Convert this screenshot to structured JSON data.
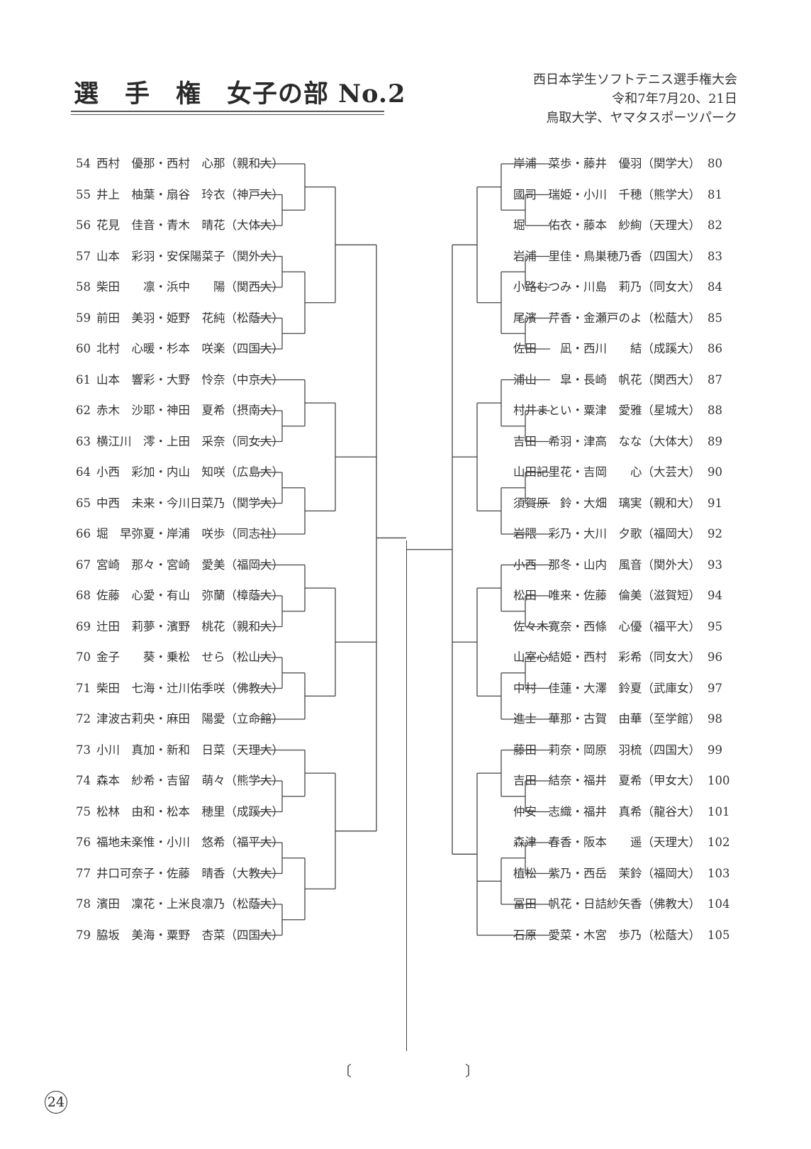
{
  "header": {
    "title": "選　手　権　女子の部 No.2",
    "event_lines": [
      "西日本学生ソフトテニス選手権大会",
      "令和7年7月20、21日",
      "鳥取大学、ヤマタスポーツパーク"
    ]
  },
  "left_entries": [
    {
      "num": "54",
      "name": "西村　優那・西村　心那（親和大）"
    },
    {
      "num": "55",
      "name": "井上　柚葉・扇谷　玲衣（神戸大）"
    },
    {
      "num": "56",
      "name": "花見　佳音・青木　晴花（大体大）"
    },
    {
      "num": "57",
      "name": "山本　彩羽・安保陽菜子（関外大）"
    },
    {
      "num": "58",
      "name": "柴田　　凛・浜中　　陽（関西大）"
    },
    {
      "num": "59",
      "name": "前田　美羽・姫野　花純（松蔭大）"
    },
    {
      "num": "60",
      "name": "北村　心暖・杉本　咲楽（四国大）"
    },
    {
      "num": "61",
      "name": "山本　響彩・大野　怜奈（中京大）"
    },
    {
      "num": "62",
      "name": "赤木　沙耶・神田　夏希（摂南大）"
    },
    {
      "num": "63",
      "name": "横江川　澪・上田　采奈（同女大）"
    },
    {
      "num": "64",
      "name": "小西　彩加・内山　知咲（広島大）"
    },
    {
      "num": "65",
      "name": "中西　未来・今川日菜乃（関学大）"
    },
    {
      "num": "66",
      "name": "堀　早弥夏・岸浦　咲歩（同志社）"
    },
    {
      "num": "67",
      "name": "宮崎　那々・宮崎　愛美（福岡大）"
    },
    {
      "num": "68",
      "name": "佐藤　心愛・有山　弥蘭（樟蔭大）"
    },
    {
      "num": "69",
      "name": "辻田　莉夢・濱野　桃花（親和大）"
    },
    {
      "num": "70",
      "name": "金子　　葵・乗松　せら（松山大）"
    },
    {
      "num": "71",
      "name": "柴田　七海・辻川佑季咲（佛教大）"
    },
    {
      "num": "72",
      "name": "津波古莉央・麻田　陽愛（立命館）"
    },
    {
      "num": "73",
      "name": "小川　真加・新和　日菜（天理大）"
    },
    {
      "num": "74",
      "name": "森本　紗希・吉留　萌々（熊学大）"
    },
    {
      "num": "75",
      "name": "松林　由和・松本　穂里（成蹊大）"
    },
    {
      "num": "76",
      "name": "福地未楽惟・小川　悠希（福平大）"
    },
    {
      "num": "77",
      "name": "井口可奈子・佐藤　晴香（大教大）"
    },
    {
      "num": "78",
      "name": "濱田　凜花・上米良凛乃（松蔭大）"
    },
    {
      "num": "79",
      "name": "脇坂　美海・粟野　杏菜（四国大）"
    }
  ],
  "right_entries": [
    {
      "num": "80",
      "name": "岸浦　菜歩・藤井　優羽（関学大）"
    },
    {
      "num": "81",
      "name": "國司　瑞姫・小川　千穂（熊学大）"
    },
    {
      "num": "82",
      "name": "堀　　佑衣・藤本　紗絢（天理大）"
    },
    {
      "num": "83",
      "name": "岩浦　里佳・鳥巣穂乃香（四国大）"
    },
    {
      "num": "84",
      "name": "小路むつみ・川島　莉乃（同女大）"
    },
    {
      "num": "85",
      "name": "尾濱　芹香・金瀬戸のよ（松蔭大）"
    },
    {
      "num": "86",
      "name": "佐田　　凪・西川　　結（成蹊大）"
    },
    {
      "num": "87",
      "name": "浦山　　皐・長崎　帆花（関西大）"
    },
    {
      "num": "88",
      "name": "村井まとい・粟津　愛雅（星城大）"
    },
    {
      "num": "89",
      "name": "吉田　希羽・津高　なな（大体大）"
    },
    {
      "num": "90",
      "name": "山田記里花・吉岡　　心（大芸大）"
    },
    {
      "num": "91",
      "name": "須賀原　鈴・大畑　璃実（親和大）"
    },
    {
      "num": "92",
      "name": "岩隈　彩乃・大川　夕歌（福岡大）"
    },
    {
      "num": "93",
      "name": "小西　那冬・山内　風音（関外大）"
    },
    {
      "num": "94",
      "name": "松田　唯来・佐藤　倫美（滋賀短）"
    },
    {
      "num": "95",
      "name": "佐々木寛奈・西條　心優（福平大）"
    },
    {
      "num": "96",
      "name": "山室心結姫・西村　彩希（同女大）"
    },
    {
      "num": "97",
      "name": "中村　佳蓮・大澤　鈴夏（武庫女）"
    },
    {
      "num": "98",
      "name": "進士　華那・古賀　由華（至学館）"
    },
    {
      "num": "99",
      "name": "藤田　莉奈・岡原　羽梳（四国大）"
    },
    {
      "num": "100",
      "name": "吉田　結奈・福井　夏希（甲女大）"
    },
    {
      "num": "101",
      "name": "仲安　志織・福井　真希（龍谷大）"
    },
    {
      "num": "102",
      "name": "森津　春香・阪本　　遥（天理大）"
    },
    {
      "num": "103",
      "name": "植松　紫乃・西岳　茉鈴（福岡大）"
    },
    {
      "num": "104",
      "name": "冨田　帆花・日詰紗矢香（佛教大）"
    },
    {
      "num": "105",
      "name": "石原　愛菜・木宮　歩乃（松蔭大）"
    }
  ],
  "footer": {
    "bracket_open": "〔",
    "bracket_close": "〕",
    "page_number": "24"
  }
}
